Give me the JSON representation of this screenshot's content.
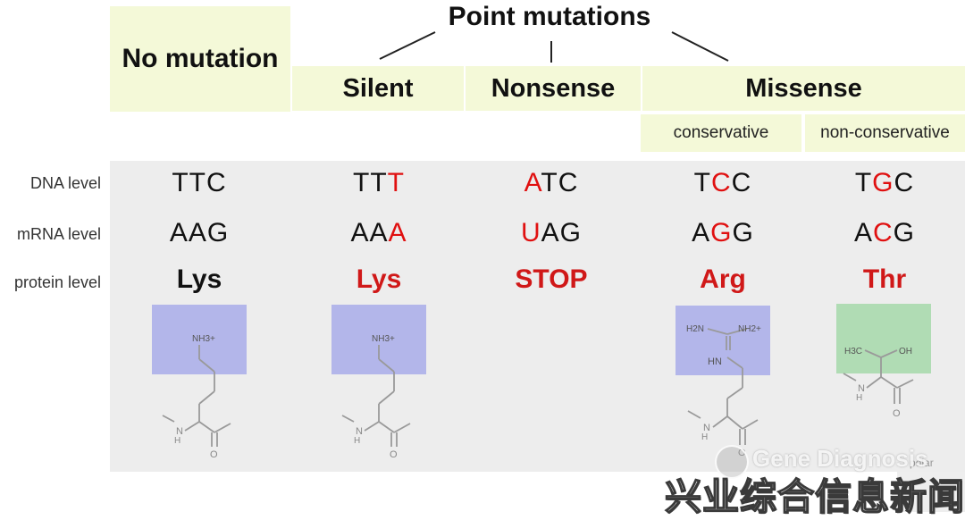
{
  "header": {
    "title": "Point mutations",
    "no_mutation": "No mutation",
    "silent": "Silent",
    "nonsense": "Nonsense",
    "missense": "Missense",
    "conservative": "conservative",
    "non_conservative": "non-conservative"
  },
  "rows": {
    "dna": "DNA level",
    "mrna": "mRNA level",
    "protein": "protein level"
  },
  "columns": [
    {
      "dna": [
        "T",
        "T",
        "C"
      ],
      "dna_mut": -1,
      "mrna": [
        "A",
        "A",
        "G"
      ],
      "mrna_mut": -1,
      "protein": "Lys",
      "protein_color": "#111111"
    },
    {
      "dna": [
        "T",
        "T",
        "T"
      ],
      "dna_mut": 2,
      "mrna": [
        "A",
        "A",
        "A"
      ],
      "mrna_mut": 2,
      "protein": "Lys",
      "protein_color": "#d01818"
    },
    {
      "dna": [
        "A",
        "T",
        "C"
      ],
      "dna_mut": 0,
      "mrna": [
        "U",
        "A",
        "G"
      ],
      "mrna_mut": 0,
      "protein": "STOP",
      "protein_color": "#d01818"
    },
    {
      "dna": [
        "T",
        "C",
        "C"
      ],
      "dna_mut": 1,
      "mrna": [
        "A",
        "G",
        "G"
      ],
      "mrna_mut": 1,
      "protein": "Arg",
      "protein_color": "#d01818"
    },
    {
      "dna": [
        "T",
        "G",
        "C"
      ],
      "dna_mut": 1,
      "mrna": [
        "A",
        "C",
        "G"
      ],
      "mrna_mut": 1,
      "protein": "Thr",
      "protein_color": "#d01818"
    }
  ],
  "structures": {
    "lys_group": "NH3+",
    "arg_nh2_left": "H2N",
    "arg_nh2_right": "NH2+",
    "arg_nh": "HN",
    "thr_ch3": "H3C",
    "thr_oh": "OH",
    "backbone_nh": "N",
    "backbone_h": "H",
    "backbone_o": "O"
  },
  "footer": {
    "polar": "polar",
    "watermark_en": "Gene Diagnosis",
    "watermark_cn": "兴业综合信息新闻网"
  },
  "colors": {
    "header_bg": "#f4f9d8",
    "table_bg": "#ededed",
    "mutation": "#e01010",
    "basic_box": "#b3b6ea",
    "polar_box": "#b0dcb4"
  }
}
